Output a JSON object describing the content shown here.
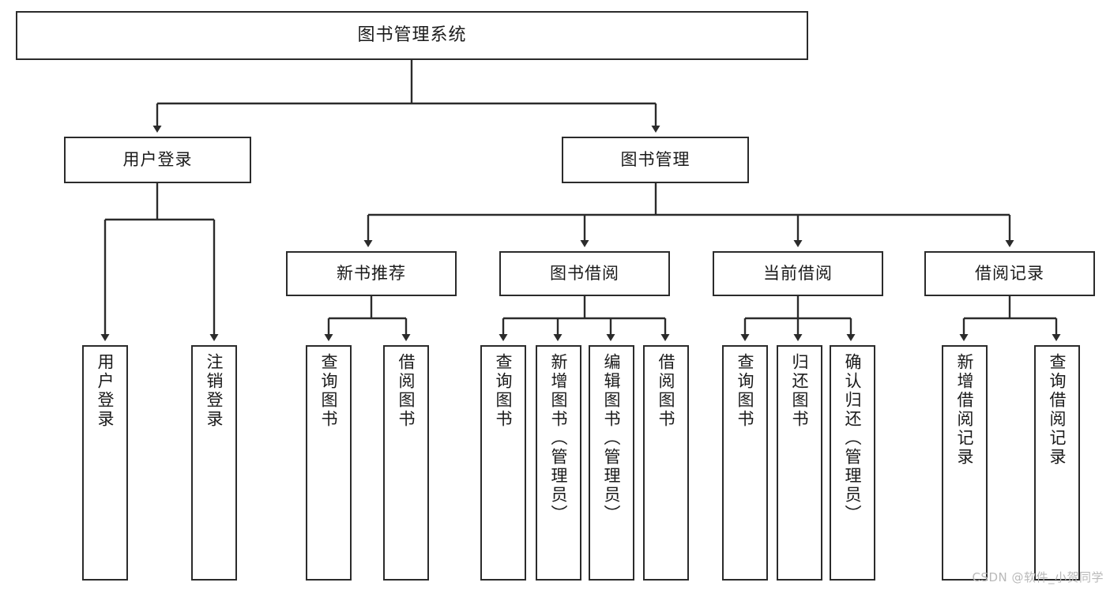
{
  "diagram": {
    "type": "tree",
    "title": "图书管理系统",
    "background_color": "#ffffff",
    "line_color": "#2b2b2b",
    "box_fill": "#ffffff",
    "text_color": "#1a1a1a"
  },
  "root": {
    "label": "图书管理系统"
  },
  "level2": [
    {
      "label": "用户登录"
    },
    {
      "label": "图书管理"
    }
  ],
  "level3": [
    {
      "label": "新书推荐"
    },
    {
      "label": "图书借阅"
    },
    {
      "label": "当前借阅"
    },
    {
      "label": "借阅记录"
    }
  ],
  "leaves": {
    "user_login": [
      {
        "label": "用户登录"
      },
      {
        "label": "注销登录"
      }
    ],
    "new_book": [
      {
        "label": "查询图书"
      },
      {
        "label": "借阅图书"
      }
    ],
    "book_borrow": [
      {
        "label": "查询图书"
      },
      {
        "label": "新增图书（管理员）"
      },
      {
        "label": "编辑图书（管理员）"
      },
      {
        "label": "借阅图书"
      }
    ],
    "current_borrow": [
      {
        "label": "查询图书"
      },
      {
        "label": "归还图书"
      },
      {
        "label": "确认归还（管理员）"
      }
    ],
    "borrow_record": [
      {
        "label": "新增借阅记录"
      },
      {
        "label": "查询借阅记录"
      }
    ]
  },
  "watermark": {
    "text": "CSDN @软件_小贺同学"
  }
}
